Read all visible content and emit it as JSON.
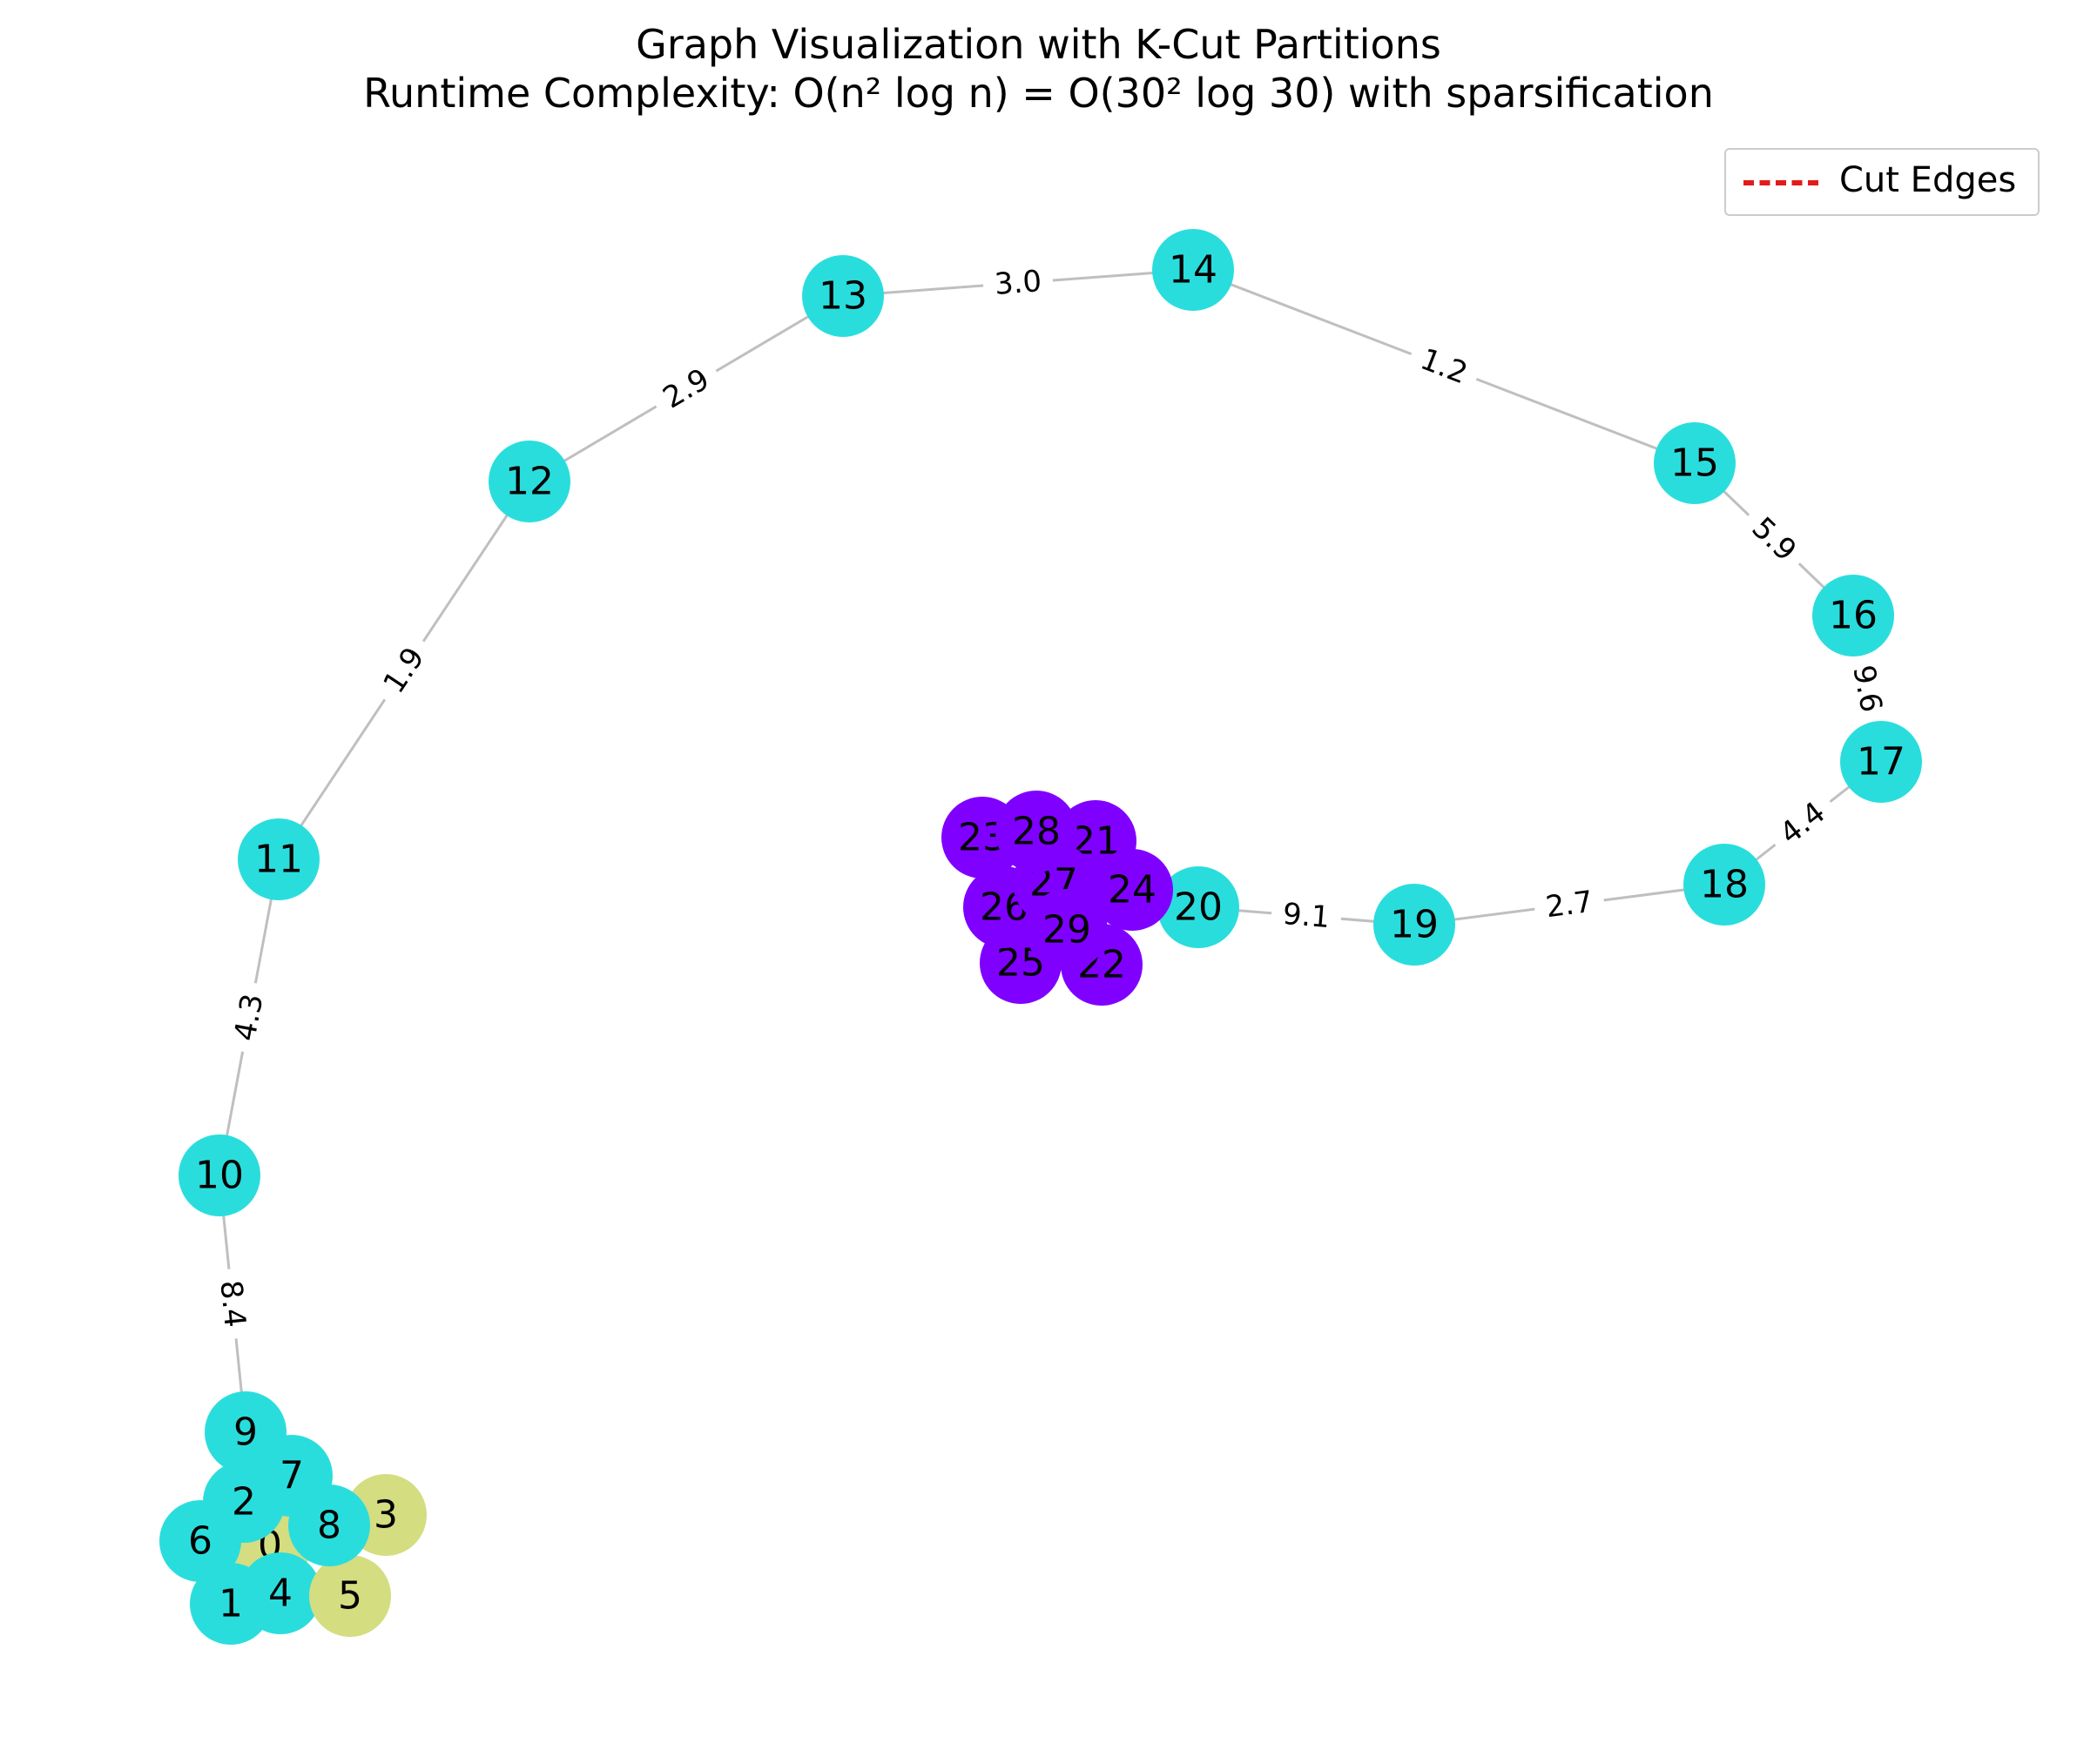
{
  "title": {
    "line1": "Graph Visualization with K-Cut Partitions",
    "line2": "Runtime Complexity: O(n² log n) = O(30² log 30) with sparsification"
  },
  "legend": {
    "label": "Cut Edges",
    "color": "#e41a1c",
    "style": "dashed"
  },
  "colors": {
    "partition_a": "#2adddd",
    "partition_b": "#d4dd80",
    "partition_c": "#8000ff",
    "edge": "#bfbfbf"
  },
  "nodes": [
    {
      "id": "0",
      "partition": "b"
    },
    {
      "id": "1",
      "partition": "a"
    },
    {
      "id": "2",
      "partition": "a"
    },
    {
      "id": "3",
      "partition": "b"
    },
    {
      "id": "4",
      "partition": "a"
    },
    {
      "id": "5",
      "partition": "b"
    },
    {
      "id": "6",
      "partition": "a"
    },
    {
      "id": "7",
      "partition": "a"
    },
    {
      "id": "8",
      "partition": "a"
    },
    {
      "id": "9",
      "partition": "a"
    },
    {
      "id": "10",
      "partition": "a"
    },
    {
      "id": "11",
      "partition": "a"
    },
    {
      "id": "12",
      "partition": "a"
    },
    {
      "id": "13",
      "partition": "a"
    },
    {
      "id": "14",
      "partition": "a"
    },
    {
      "id": "15",
      "partition": "a"
    },
    {
      "id": "16",
      "partition": "a"
    },
    {
      "id": "17",
      "partition": "a"
    },
    {
      "id": "18",
      "partition": "a"
    },
    {
      "id": "19",
      "partition": "a"
    },
    {
      "id": "20",
      "partition": "a"
    },
    {
      "id": "21",
      "partition": "c"
    },
    {
      "id": "22",
      "partition": "c"
    },
    {
      "id": "23",
      "partition": "c"
    },
    {
      "id": "24",
      "partition": "c"
    },
    {
      "id": "25",
      "partition": "c"
    },
    {
      "id": "26",
      "partition": "c"
    },
    {
      "id": "27",
      "partition": "c"
    },
    {
      "id": "28",
      "partition": "c"
    },
    {
      "id": "29",
      "partition": "c"
    }
  ],
  "edges": [
    {
      "source": "9",
      "target": "10",
      "weight": "8.4"
    },
    {
      "source": "10",
      "target": "11",
      "weight": "4.3"
    },
    {
      "source": "11",
      "target": "12",
      "weight": "1.9"
    },
    {
      "source": "12",
      "target": "13",
      "weight": "2.9"
    },
    {
      "source": "13",
      "target": "14",
      "weight": "3.0"
    },
    {
      "source": "14",
      "target": "15",
      "weight": "1.2"
    },
    {
      "source": "15",
      "target": "16",
      "weight": "5.9"
    },
    {
      "source": "16",
      "target": "17",
      "weight": "9.6"
    },
    {
      "source": "17",
      "target": "18",
      "weight": "4.4"
    },
    {
      "source": "18",
      "target": "19",
      "weight": "2.7"
    },
    {
      "source": "19",
      "target": "20",
      "weight": "9.1"
    }
  ]
}
